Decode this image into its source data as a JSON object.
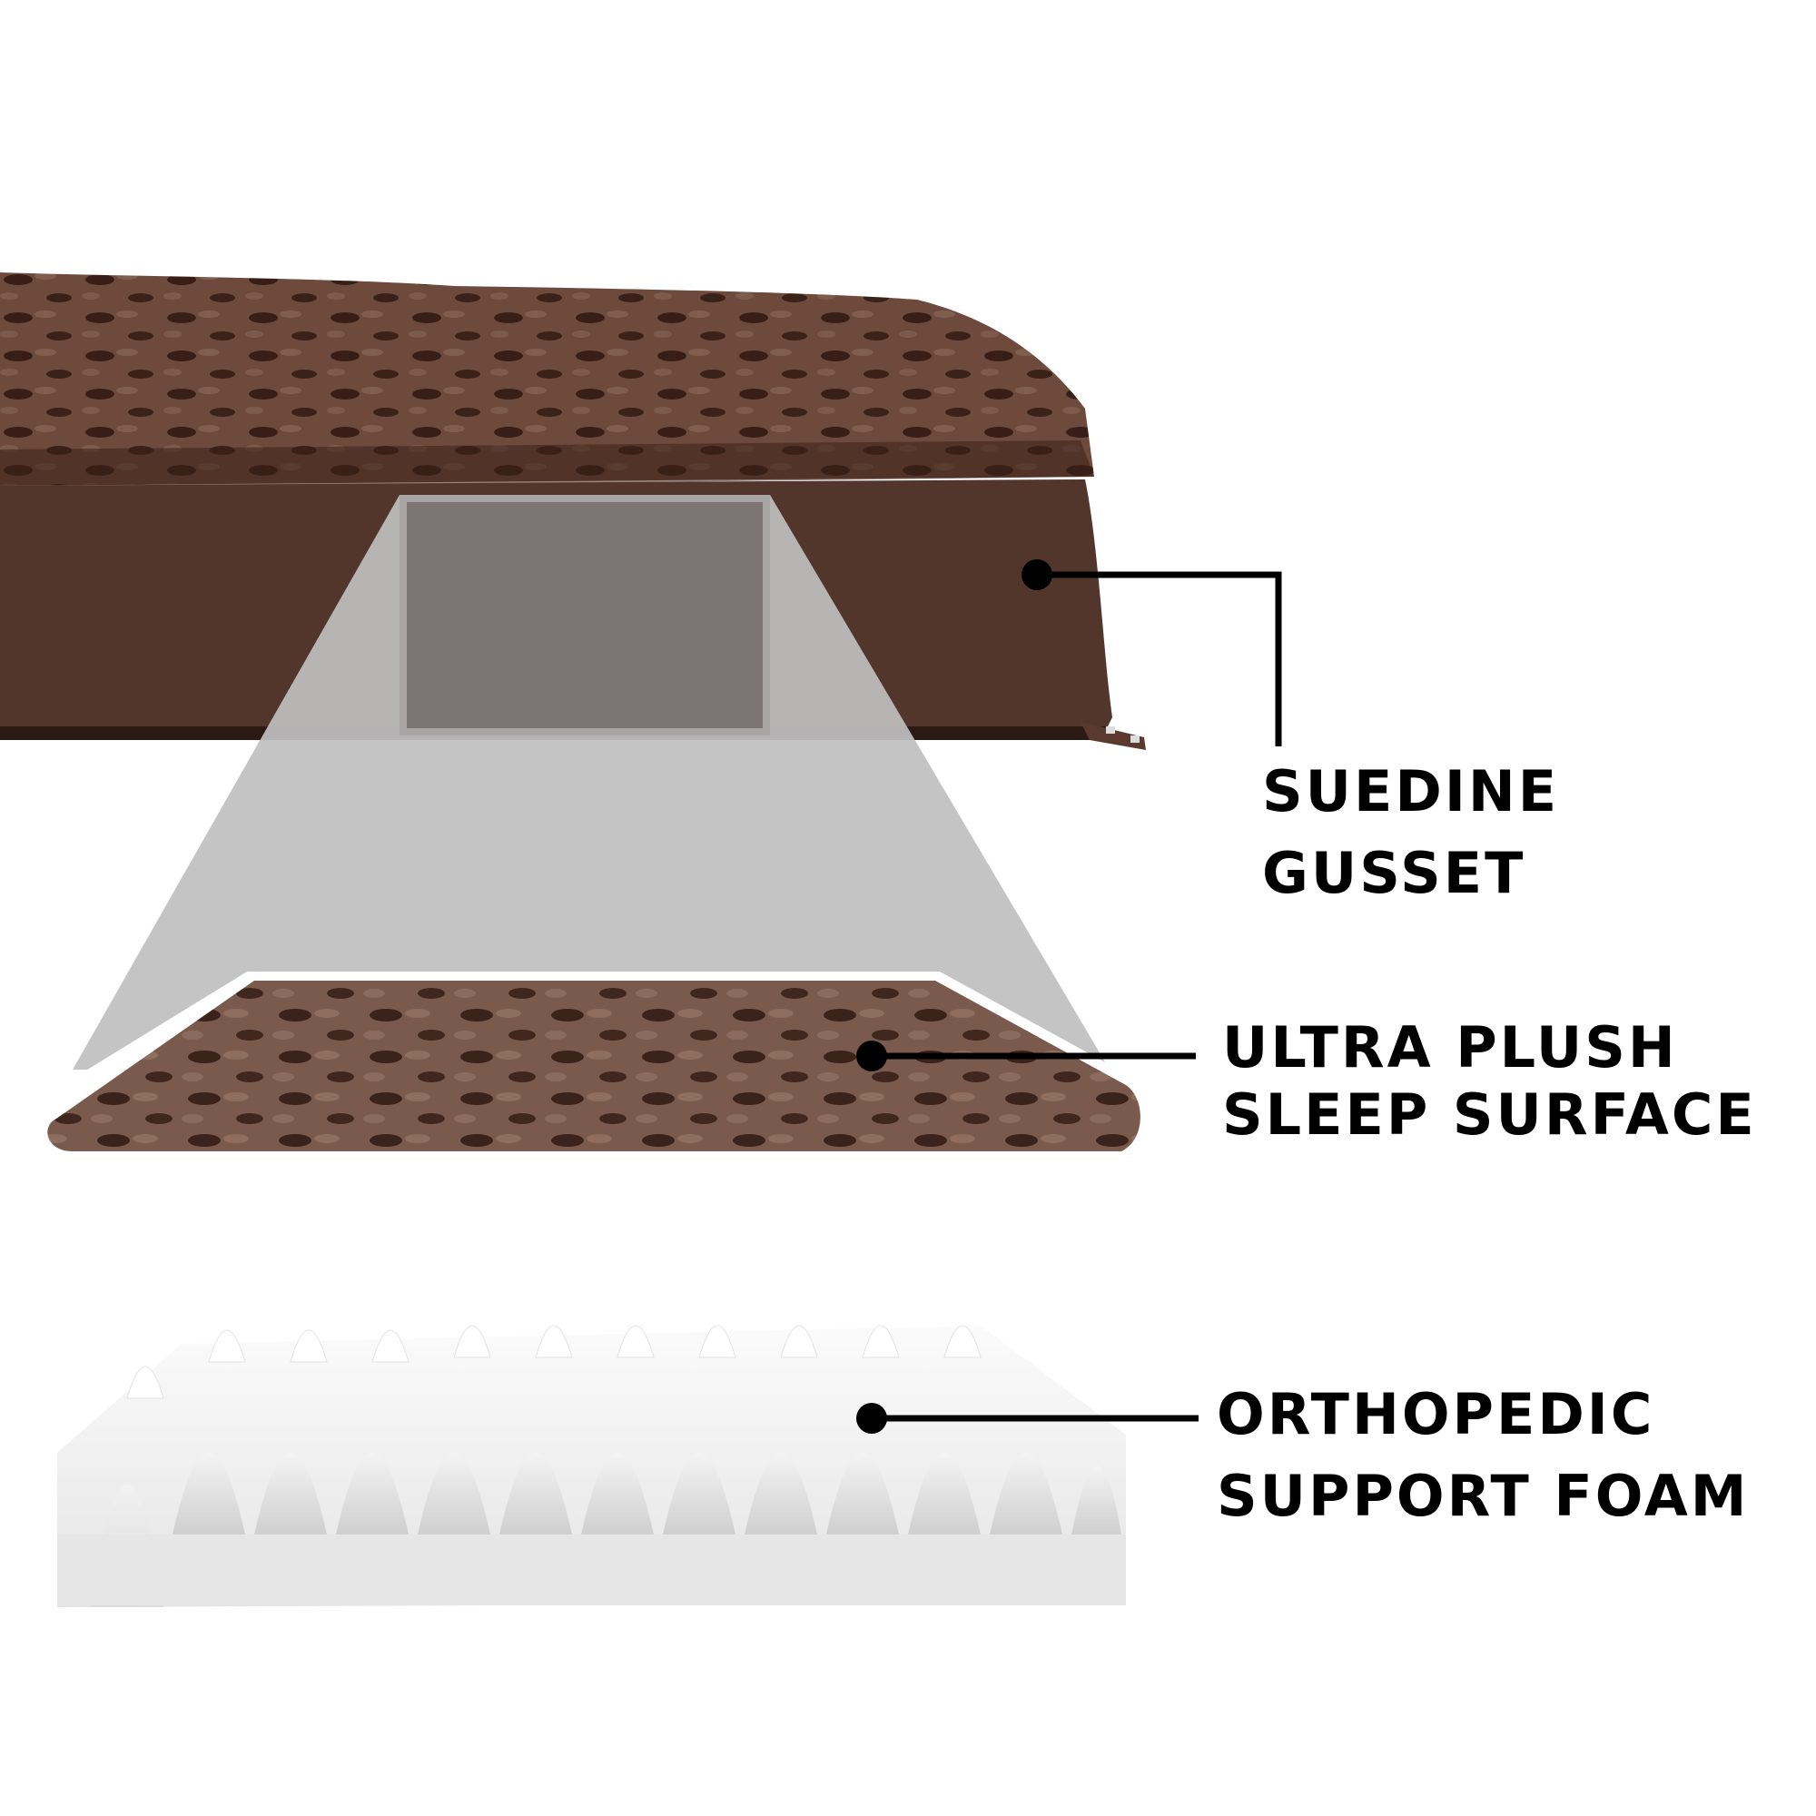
{
  "figure": {
    "subject": "Orthopedic pet bed cross-section",
    "layers": [
      {
        "id": "gusset",
        "label_line1": "SUEDINE",
        "label_line2": "GUSSET"
      },
      {
        "id": "sleep_surface",
        "label_line1": "ULTRA PLUSH",
        "label_line2": "SLEEP SURFACE"
      },
      {
        "id": "foam",
        "label_line1": "ORTHOPEDIC",
        "label_line2": "SUPPORT FOAM"
      }
    ]
  },
  "colors": {
    "background": "#ffffff",
    "fur": "#6e4a3d",
    "fur_dark": "#2a150f",
    "fur_light": "#8a6a5c",
    "gusset": "#52362c",
    "highlight_box": "#7d7575",
    "highlight_frame": "#a8a4a3",
    "projection": "#c0bfc0",
    "foam": "#efefef",
    "foam_shadow": "#d4d4d4",
    "leader": "#000000",
    "label_text": "#000000"
  }
}
